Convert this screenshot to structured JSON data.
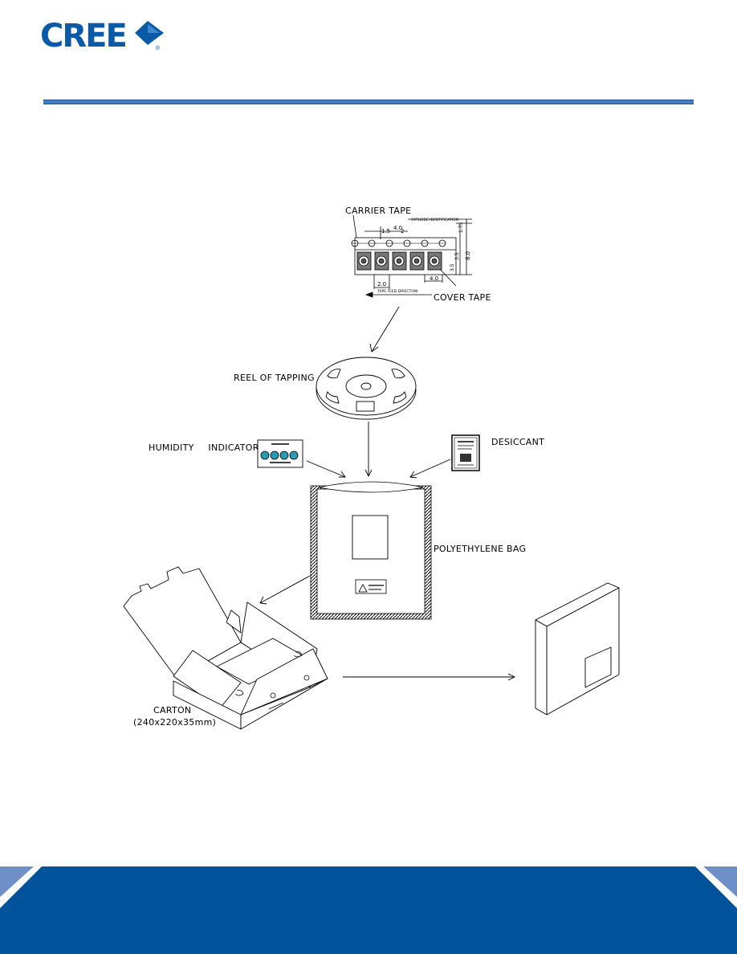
{
  "logo": {
    "text": "CREE",
    "mark": "®"
  },
  "labels": {
    "carrier_tape": "CARRIER TAPE",
    "cover_tape": "COVER TAPE",
    "cathode_identification": "CATHODE IDENTIFICATION",
    "tape_feed_direction": "TAPE FEED DIRECTION",
    "reel": "REEL OF TAPPING",
    "humidity_indicator": "HUMIDITY INDICATOR",
    "desiccant": "DESICCANT",
    "bag": "POLYETHYLENE BAG",
    "carton": "CARTON",
    "carton_dims": "(240x220x35mm)"
  },
  "dimensions": {
    "pitch_top": "4.0",
    "d1": "1.5",
    "d2": "2",
    "d3": "1.75",
    "d4": "3.5",
    "d5": "8.0",
    "d6": "3.5",
    "pitch_bottom": "4.0",
    "d7": "2.0"
  },
  "colors": {
    "brand_blue": "#0a5aa8",
    "rule_blue": "#3f7fc4",
    "footer_blue": "#00539b",
    "footer_corner": "#6e8fc8"
  }
}
